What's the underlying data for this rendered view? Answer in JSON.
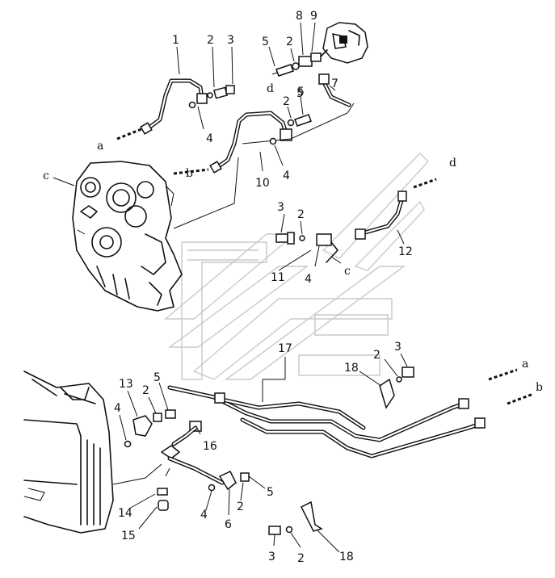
{
  "labels": {
    "n1": "1",
    "n2a": "2",
    "n3a": "3",
    "n5a": "5",
    "n2b": "2",
    "n8": "8",
    "n9": "9",
    "d1": "d",
    "n5b": "5",
    "n7": "7",
    "n2c": "2",
    "n5c": "5",
    "a1": "a",
    "n4a": "4",
    "c1": "c",
    "b1": "b",
    "n10": "10",
    "n4b": "4",
    "d2": "d",
    "n3b": "3",
    "n2d": "2",
    "n12": "12",
    "c2": "c",
    "n11": "11",
    "n4c": "4",
    "n17": "17",
    "n18a": "18",
    "n2e": "2",
    "n3c": "3",
    "a2": "a",
    "b2": "b",
    "n13": "13",
    "n5d": "5",
    "n2f": "2",
    "n4d": "4",
    "n16": "16",
    "n5e": "5",
    "n14": "14",
    "n4e": "4",
    "n2g": "2",
    "n15": "15",
    "n6": "6",
    "n3d": "3",
    "n2h": "2",
    "n18b": "18"
  }
}
